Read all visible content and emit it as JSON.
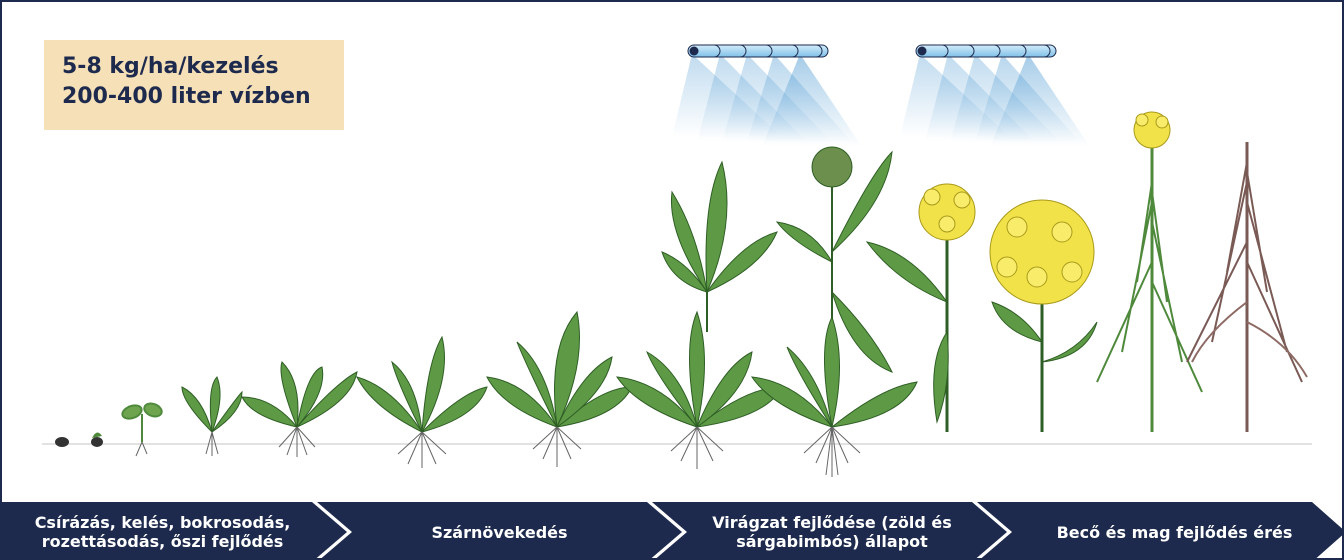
{
  "dose": {
    "line1": "5-8 kg/ha/kezelés",
    "line2": "200-400 liter vízben"
  },
  "stages": [
    {
      "line1": "Csírázás, kelés, bokrosodás,",
      "line2": "rozettásodás, őszi fejlődés"
    },
    {
      "line1": "Szárnövekedés",
      "line2": ""
    },
    {
      "line1": "Virágzat fejlődése (zöld és",
      "line2": "sárgabimbós) állapot"
    },
    {
      "line1": "Becő és mag fejlődés érés",
      "line2": ""
    }
  ],
  "colors": {
    "navy": "#1d2a4d",
    "dose_box": "#f5e0b8",
    "leaf": "#4f8a3c",
    "flower": "#f2e24a",
    "dry": "#7a5a55",
    "spray": "#6fb2de"
  },
  "icons": [
    "sprayer-boom-icon",
    "sprayer-boom-icon",
    "seed-icon",
    "root-icon",
    "flower-icon"
  ]
}
